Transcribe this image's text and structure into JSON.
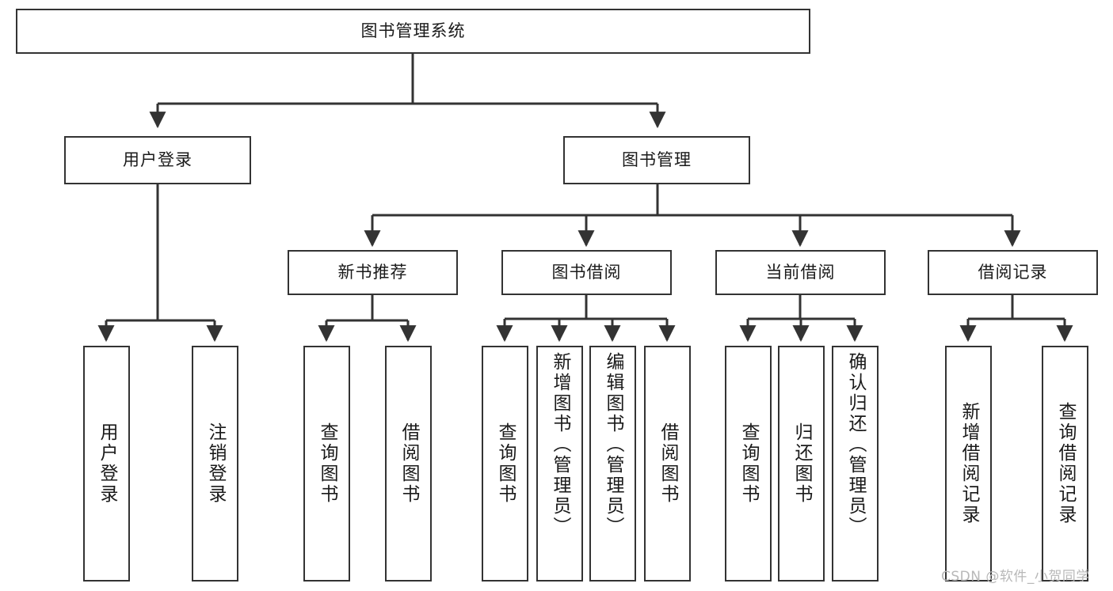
{
  "diagram": {
    "type": "tree",
    "orientation": "top-down",
    "root": {
      "id": "root",
      "label": "图书管理系统"
    },
    "level2": [
      {
        "id": "user-login",
        "label": "用户登录"
      },
      {
        "id": "book-management",
        "label": "图书管理"
      }
    ],
    "level3": [
      {
        "id": "new-book-recommend",
        "label": "新书推荐",
        "parent": "book-management"
      },
      {
        "id": "book-borrow",
        "label": "图书借阅",
        "parent": "book-management"
      },
      {
        "id": "current-borrow",
        "label": "当前借阅",
        "parent": "book-management"
      },
      {
        "id": "borrow-record",
        "label": "借阅记录",
        "parent": "book-management"
      }
    ],
    "leaves": [
      {
        "id": "leaf-user-login",
        "label": "用户登录",
        "parent": "user-login"
      },
      {
        "id": "leaf-logout",
        "label": "注销登录",
        "parent": "user-login"
      },
      {
        "id": "leaf-query-book-1",
        "label": "查询图书",
        "parent": "new-book-recommend"
      },
      {
        "id": "leaf-borrow-book-1",
        "label": "借阅图书",
        "parent": "new-book-recommend"
      },
      {
        "id": "leaf-query-book-2",
        "label": "查询图书",
        "parent": "book-borrow"
      },
      {
        "id": "leaf-add-book",
        "label": "新增图书（管理员）",
        "parent": "book-borrow"
      },
      {
        "id": "leaf-edit-book",
        "label": "编辑图书（管理员）",
        "parent": "book-borrow"
      },
      {
        "id": "leaf-borrow-book-2",
        "label": "借阅图书",
        "parent": "book-borrow"
      },
      {
        "id": "leaf-query-book-3",
        "label": "查询图书",
        "parent": "current-borrow"
      },
      {
        "id": "leaf-return-book",
        "label": "归还图书",
        "parent": "current-borrow"
      },
      {
        "id": "leaf-confirm-return",
        "label": "确认归还（管理员）",
        "parent": "current-borrow"
      },
      {
        "id": "leaf-add-record",
        "label": "新增借阅记录",
        "parent": "borrow-record"
      },
      {
        "id": "leaf-query-record",
        "label": "查询借阅记录",
        "parent": "borrow-record"
      }
    ],
    "watermark": "CSDN @软件_小贺同学",
    "colors": {
      "stroke": "#333333",
      "background": "#ffffff",
      "text": "#1a1a1a",
      "watermark": "#b8b8b8"
    }
  }
}
